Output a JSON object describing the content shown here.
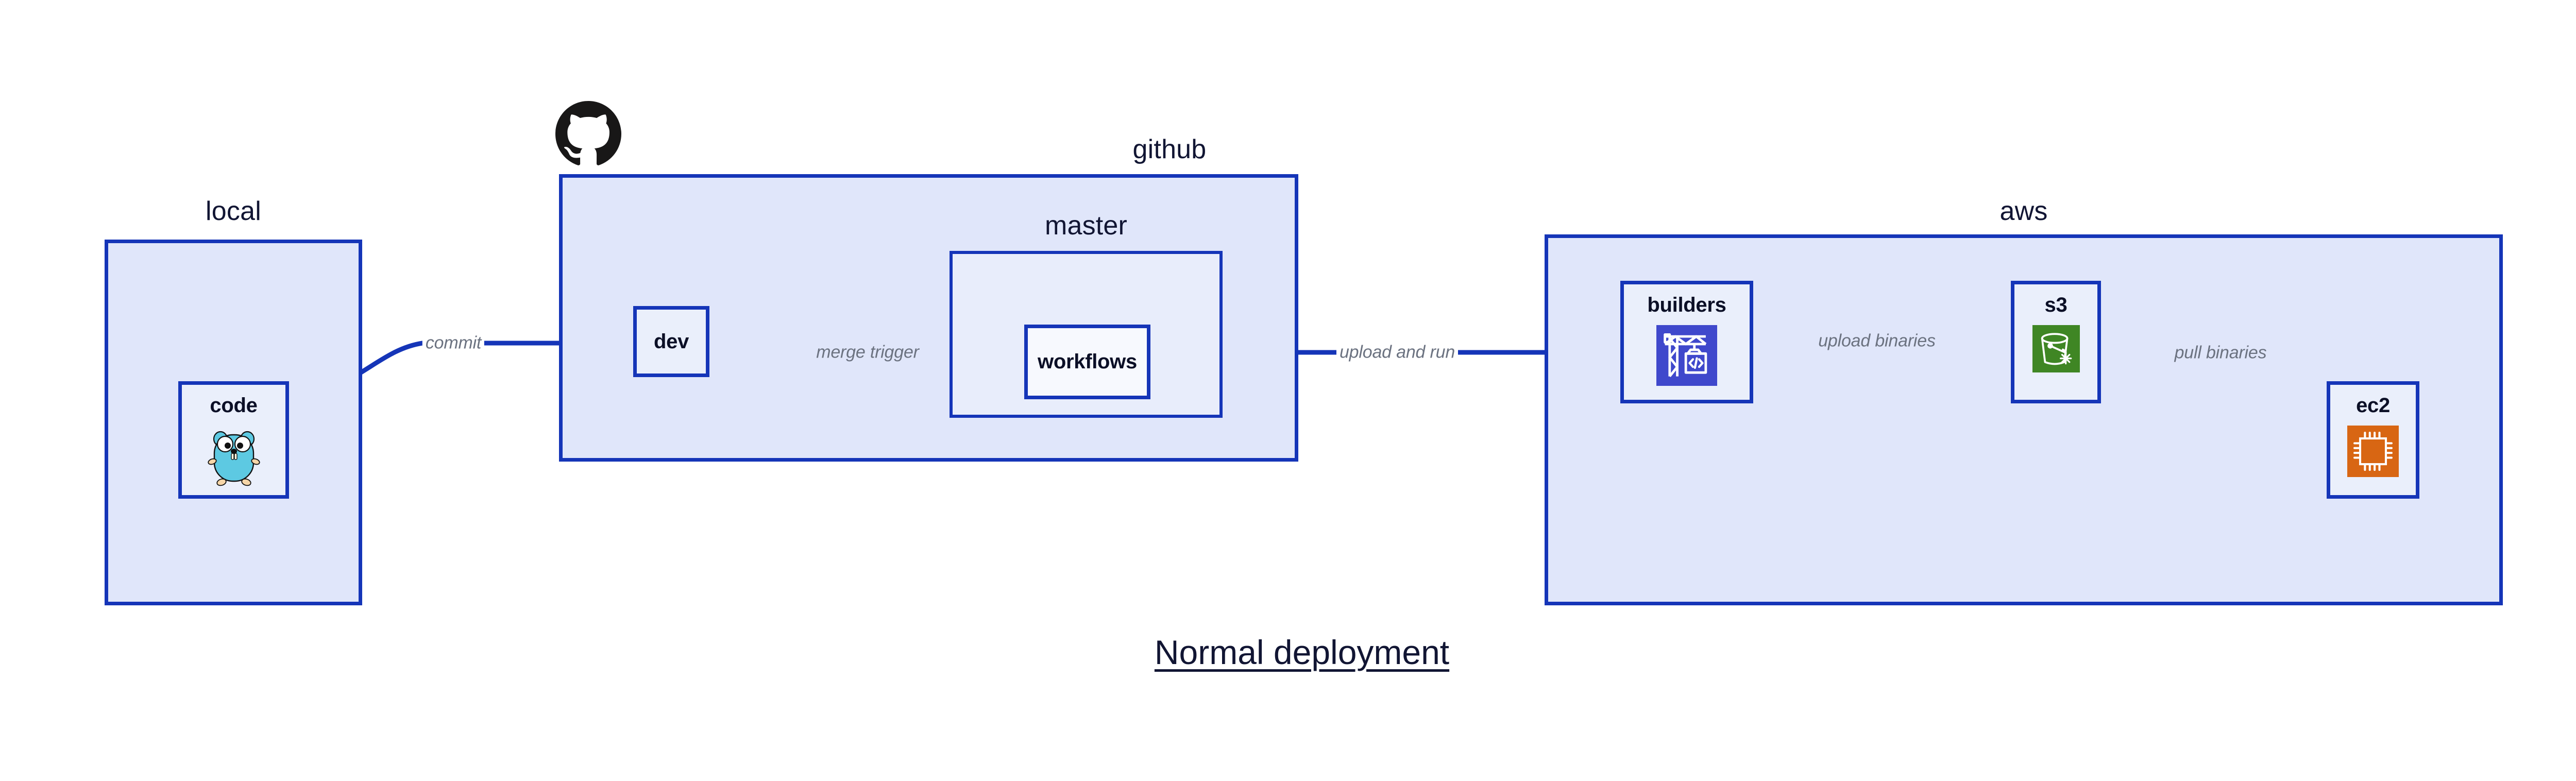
{
  "title": "Normal deployment",
  "colors": {
    "group_border": "#1535B8",
    "group_fill": "#E0E6FA",
    "sub_group_fill": "#E8EDFB",
    "node_fill": "#EAEFFB",
    "node_white_fill": "#F7F9FE",
    "edge_stroke": "#1535B8",
    "edge_label_text": "#6B7280",
    "title_text": "#111533",
    "go_gopher": "#5DC9E2",
    "builders_icon_bg": "#3F48CC",
    "s3_icon_bg": "#3F8624",
    "ec2_icon_bg": "#D86613",
    "octocat": "#181717",
    "page_background": "#FFFFFF"
  },
  "groups": [
    {
      "id": "local",
      "label": "local"
    },
    {
      "id": "github",
      "label": "github"
    },
    {
      "id": "master",
      "label": "master"
    },
    {
      "id": "aws",
      "label": "aws"
    }
  ],
  "nodes": [
    {
      "id": "code",
      "label": "code",
      "icon": "go-gopher-icon",
      "group": "local"
    },
    {
      "id": "dev",
      "label": "dev",
      "icon": null,
      "group": "github"
    },
    {
      "id": "workflows",
      "label": "workflows",
      "icon": null,
      "group": "master"
    },
    {
      "id": "builders",
      "label": "builders",
      "icon": "crane-code-icon",
      "group": "aws"
    },
    {
      "id": "s3",
      "label": "s3",
      "icon": "s3-bucket-icon",
      "group": "aws"
    },
    {
      "id": "ec2",
      "label": "ec2",
      "icon": "cpu-chip-icon",
      "group": "aws"
    }
  ],
  "edges": [
    {
      "id": "commit",
      "label": "commit",
      "from": "code",
      "to": "dev"
    },
    {
      "id": "merge-trigger",
      "label": "merge trigger",
      "from": "dev",
      "to": "workflows"
    },
    {
      "id": "upload-and-run",
      "label": "upload and run",
      "from": "workflows",
      "to": "builders"
    },
    {
      "id": "upload-binaries",
      "label": "upload binaries",
      "from": "builders",
      "to": "s3"
    },
    {
      "id": "pull-binaries",
      "label": "pull binaries",
      "from": "s3",
      "to": "ec2"
    }
  ],
  "logos": [
    {
      "id": "github-logo",
      "name": "github-octocat-icon"
    }
  ]
}
